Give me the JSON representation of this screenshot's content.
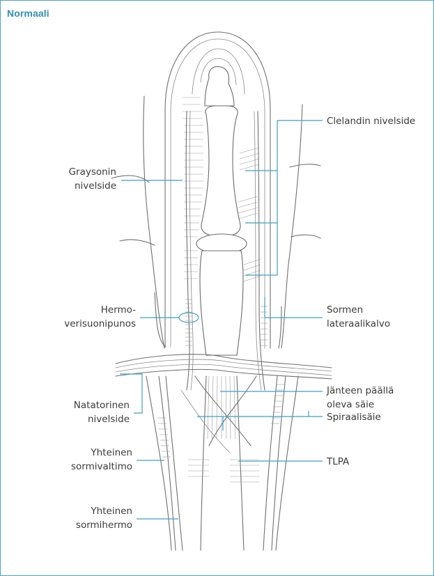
{
  "panel": {
    "title": "Normaali"
  },
  "labels": {
    "cleland": "Clelandin nivelside",
    "grayson_1": "Graysonin",
    "grayson_2": "nivelside",
    "neurovascular_1": "Hermo-",
    "neurovascular_2": "verisuonipunos",
    "lateral_sheet_1": "Sormen",
    "lateral_sheet_2": "lateraalikalvo",
    "natatory_1": "Natatorinen",
    "natatory_2": "nivelside",
    "pretendinous_1": "Jänteen päällä",
    "pretendinous_2": "oleva säie",
    "spiral": "Spiraalisäie",
    "common_artery_1": "Yhteinen",
    "common_artery_2": "sormivaltimo",
    "tlpa": "TLPA",
    "common_nerve_1": "Yhteinen",
    "common_nerve_2": "sormihermo"
  },
  "colors": {
    "accent": "#2f8fb6",
    "border": "#4aa3c3",
    "leader": "#3f9fc2",
    "ink": "#6f6f6f",
    "text": "#3a3a3a"
  }
}
